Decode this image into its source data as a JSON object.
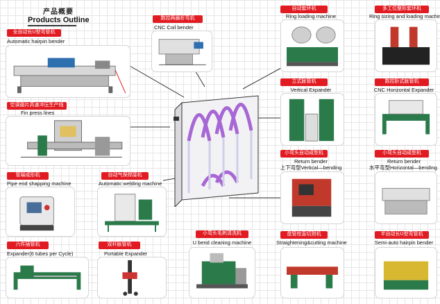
{
  "header": {
    "title_cn": "产品概要",
    "title_en": "Products Outline"
  },
  "machines": {
    "automatic_hairpin_bender": {
      "cn": "全自动长U型弯管机",
      "en": "Automatic hairpin bender"
    },
    "cnc_coil_bender": {
      "cn": "数控两器折弯机",
      "en": "CNC Coil bender"
    },
    "ring_loading": {
      "cn": "自动套环机",
      "en": "Ring loading machine"
    },
    "ring_sizing_loading": {
      "cn": "多工位整形套环机",
      "en": "Ring sizing and loading machine"
    },
    "fin_press": {
      "cn": "空调翅片高速冲压生产线",
      "en": "Fin press lines"
    },
    "vertical_expander": {
      "cn": "立式胀管机",
      "en": "Vertical Expander"
    },
    "cnc_horizontal_expander": {
      "cn": "数控卧式胀管机",
      "en": "CNC Horizontal Expander"
    },
    "pipe_end_shaping": {
      "cn": "管端成形机",
      "en": "Pipe end shapping machine"
    },
    "automatic_welding": {
      "cn": "自动气保焊接机",
      "en": "Automatic welding machine"
    },
    "return_bender_vertical": {
      "cn": "小弯头自动成型机",
      "en1": "Return bender",
      "en2": "上下弯型Vertical—bending"
    },
    "return_bender_horizontal": {
      "cn": "小弯头自动成型机",
      "en1": "Return bender",
      "en2": "水平弯型Horizontal—bending"
    },
    "expander_6_tubes": {
      "cn": "六件插管机",
      "en": "Expander(6 tubes per Cycle)"
    },
    "portable_expander": {
      "cn": "双杆胀管机",
      "en": "Portable Expander"
    },
    "u_bend_cleaning": {
      "cn": "小弯头毛刺清洗机",
      "en": "U bend cleaning machine"
    },
    "straightening_abutting": {
      "cn": "盘管校直切割机",
      "en": "Straightening&cutting machine"
    },
    "semi_auto_hairpin": {
      "cn": "半自动长U型弯管机",
      "en": "Semi-auto hairpin bender"
    }
  },
  "colors": {
    "tag": "#e11b22",
    "machine_green": "#1f7a4a",
    "machine_red": "#c0392b",
    "coil_purple": "#9b4fd0"
  }
}
